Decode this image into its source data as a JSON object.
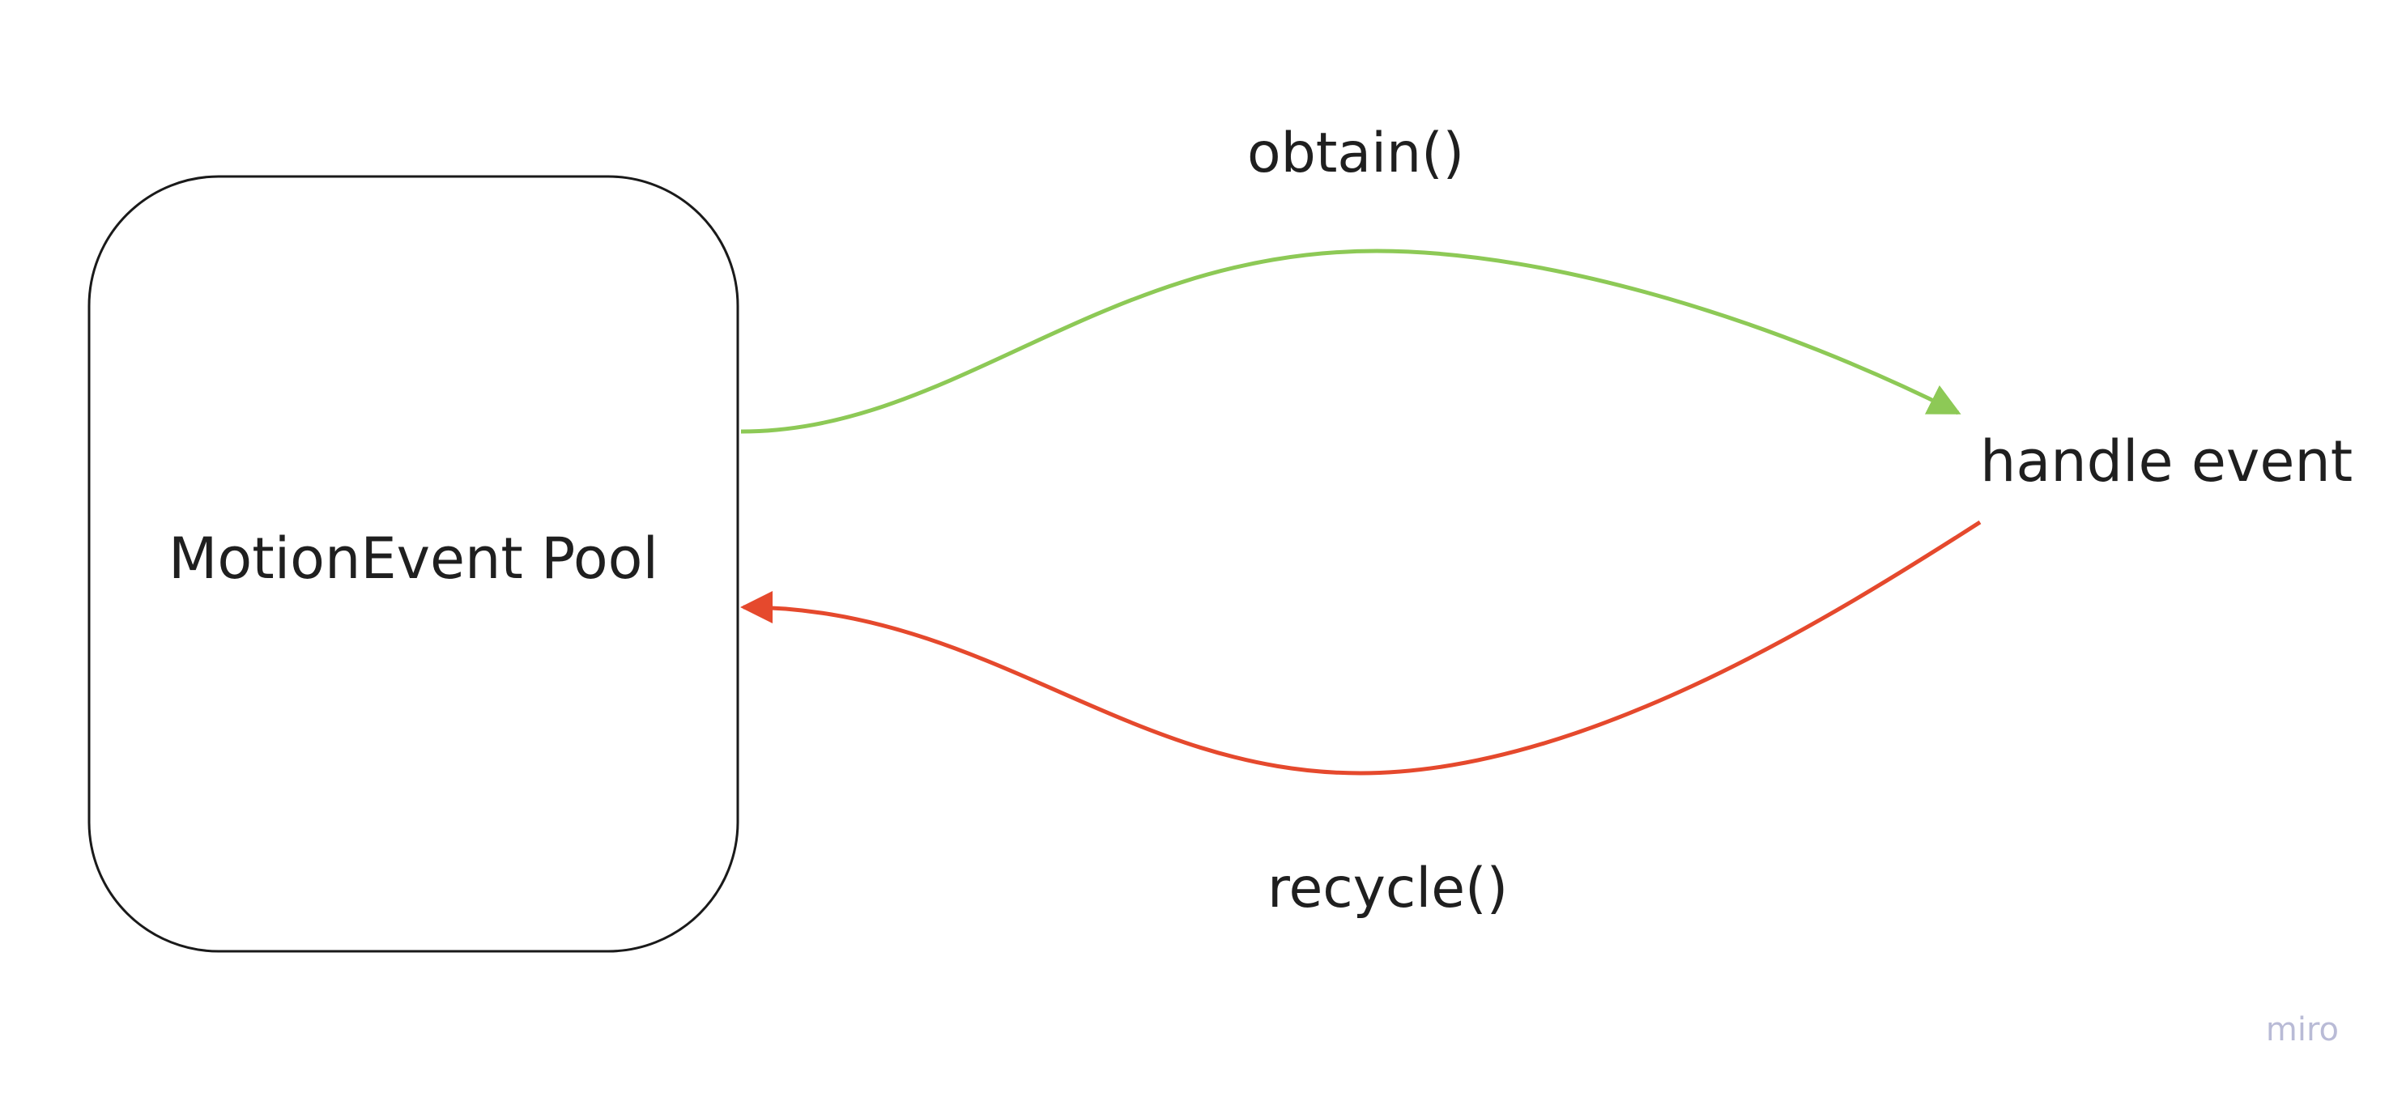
{
  "nodes": {
    "pool": {
      "label": "MotionEvent Pool"
    },
    "handler": {
      "label": "handle event"
    }
  },
  "edges": {
    "obtain": {
      "label": "obtain()",
      "color": "#8dc956"
    },
    "recycle": {
      "label": "recycle()",
      "color": "#e5492d"
    }
  },
  "watermark": {
    "text": "miro",
    "color": "#b9bbd6"
  }
}
